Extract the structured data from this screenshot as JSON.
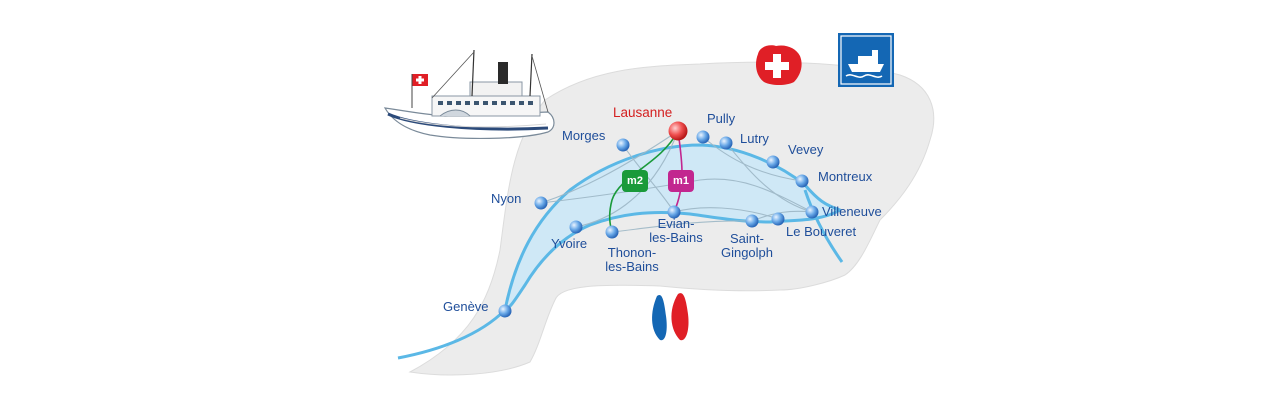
{
  "hub": {
    "name": "Lausanne"
  },
  "stops": [
    {
      "id": "pully",
      "name": "Pully"
    },
    {
      "id": "lutry",
      "name": "Lutry"
    },
    {
      "id": "vevey",
      "name": "Vevey"
    },
    {
      "id": "montreux",
      "name": "Montreux"
    },
    {
      "id": "villeneuve",
      "name": "Villeneuve"
    },
    {
      "id": "le-bouveret",
      "name": "Le Bouveret"
    },
    {
      "id": "saint-gingolph",
      "name": "Saint-\nGingolph"
    },
    {
      "id": "evian",
      "name": "Evian-\nles-Bains"
    },
    {
      "id": "thonon",
      "name": "Thonon-\nles-Bains"
    },
    {
      "id": "yvoire",
      "name": "Yvoire"
    },
    {
      "id": "geneve",
      "name": "Genève"
    },
    {
      "id": "nyon",
      "name": "Nyon"
    },
    {
      "id": "morges",
      "name": "Morges"
    }
  ],
  "metro_lines": [
    {
      "id": "m2",
      "label": "m2",
      "color": "#1a9a3a"
    },
    {
      "id": "m1",
      "label": "m1",
      "color": "#c2268f"
    }
  ],
  "colors": {
    "lake_fill": "#cfe8f6",
    "lake_stroke": "#5bb8e6",
    "land": "#ececec",
    "stop": "#4a8fd8",
    "hub": "#e03030",
    "label": "#1f4e9a",
    "swiss_red": "#e01f26",
    "ship_sign_blue": "#1467b4"
  },
  "icons": {
    "boat": "paddle-steamer-icon",
    "swiss_flag": "swiss-cross-icon",
    "ship_sign": "ship-sign-icon",
    "logo": "cgn-logo-icon"
  }
}
